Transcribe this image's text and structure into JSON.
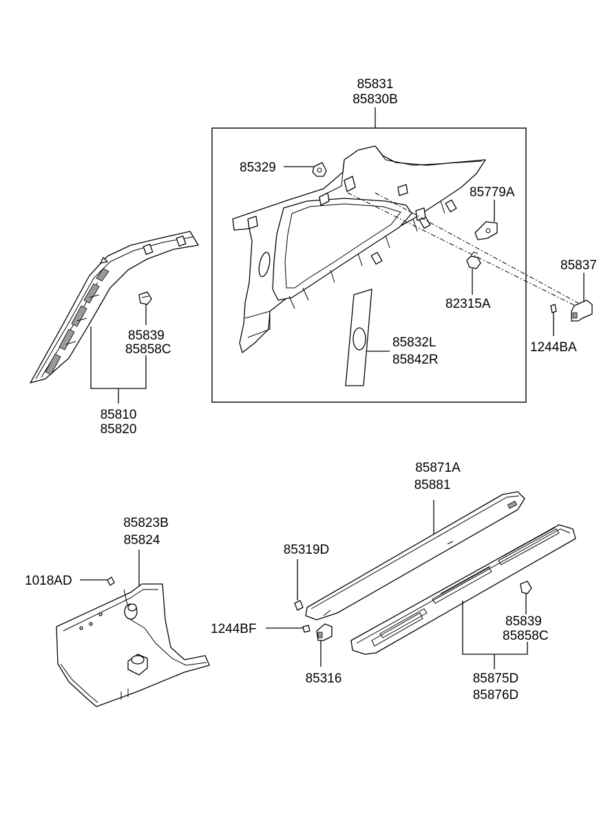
{
  "labels": {
    "quarter_trim_upper": "85831",
    "quarter_trim_lower": "85830B",
    "clip_85329": "85329",
    "clip_85779a": "85779A",
    "bracket_85837": "85837",
    "clip_82315a": "82315A",
    "screw_1244ba": "1244BA",
    "cover_left": "85832L",
    "cover_right": "85842R",
    "pillar_clip_upper": "85839",
    "pillar_clip_lower": "85858C",
    "pillar_trim_upper": "85810",
    "pillar_trim_lower": "85820",
    "scuff_upper": "85871A",
    "scuff_lower": "85881",
    "cowl_upper": "85823B",
    "cowl_lower": "85824",
    "screw_1018ad": "1018AD",
    "clip_85319d": "85319D",
    "screw_1244bf": "1244BF",
    "bracket_85316": "85316",
    "step_clip_upper": "85839",
    "step_clip_lower": "85858C",
    "step_plate_upper": "85875D",
    "step_plate_lower": "85876D"
  }
}
